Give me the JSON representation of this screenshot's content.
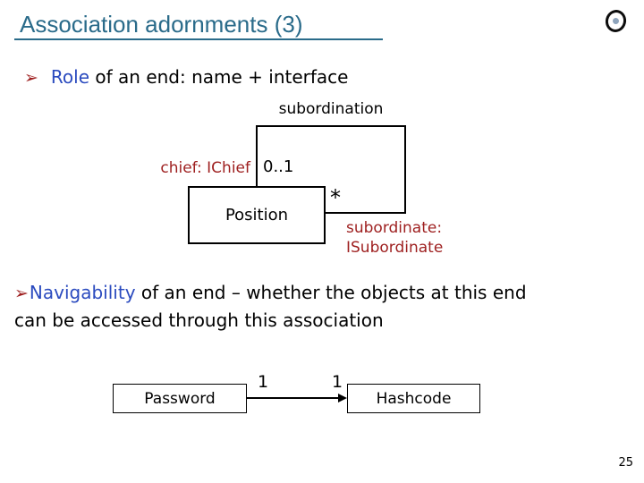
{
  "slide": {
    "title": "Association adornments (3)",
    "page_number": "25"
  },
  "colors": {
    "title_color": "#2A6B8A",
    "accent_red": "#9E1F1F",
    "accent_blue": "#2B4BBF",
    "ink": "#000000",
    "logo_dot": "#8EA4BC"
  },
  "icons": {
    "bullet_marker": "➢",
    "logo": "circle-with-dot"
  },
  "bullet1": {
    "marker": "➢",
    "highlight": "Role",
    "rest": " of an end: name + interface"
  },
  "diagram1": {
    "association_label": "subordination",
    "left_role": "chief: IChief",
    "left_multiplicity": "0..1",
    "class_name": "Position",
    "right_multiplicity": "*",
    "right_role_line1": "subordinate:",
    "right_role_line2": "ISubordinate"
  },
  "bullet2": {
    "marker": "➢",
    "highlight": "Navigability",
    "rest_line1": " of an end – whether the objects at this end",
    "line2": "can be accessed through this association"
  },
  "diagram2": {
    "left_class": "Password",
    "right_class": "Hashcode",
    "left_multiplicity": "1",
    "right_multiplicity": "1"
  }
}
